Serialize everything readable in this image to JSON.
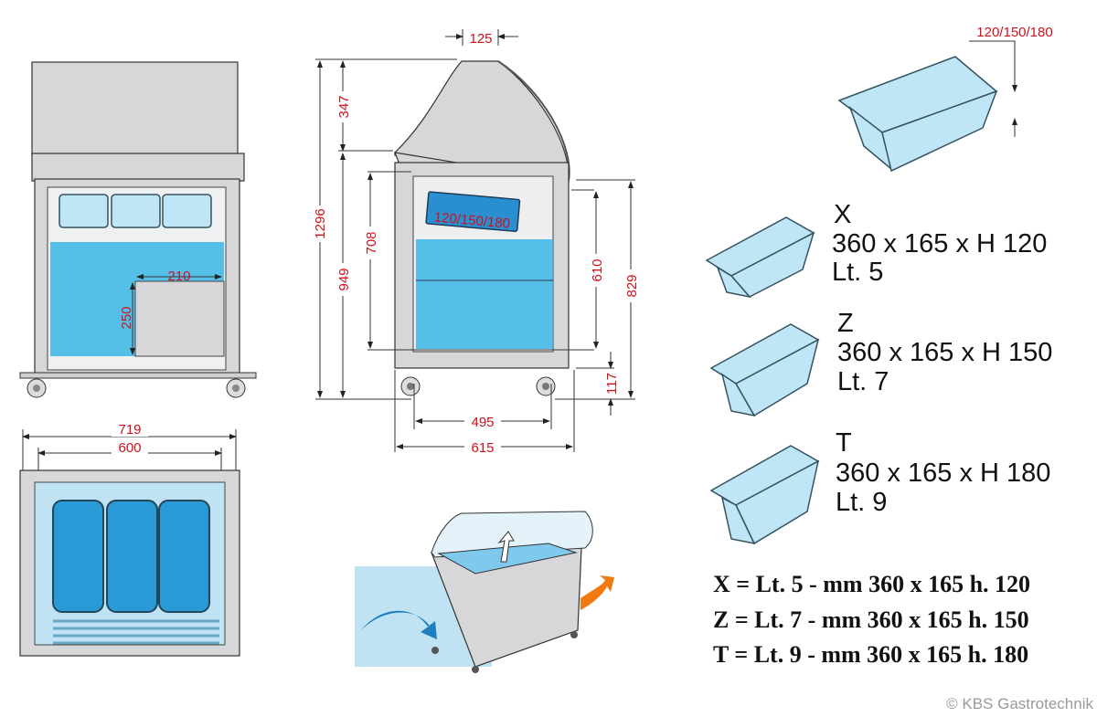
{
  "front_view": {
    "dim_width": "210",
    "dim_height": "250"
  },
  "top_view": {
    "dim_outer": "719",
    "dim_inner": "600"
  },
  "side_view": {
    "dim_top": "125",
    "dim_canopy": "347",
    "dim_total": "1296",
    "dim_lower": "949",
    "dim_inner": "708",
    "dim_pan_label": "120/150/180",
    "dim_tank": "610",
    "dim_right": "829",
    "dim_wheel": "117",
    "dim_inner_width": "495",
    "dim_outer_width": "615"
  },
  "pan_detail": {
    "height_label": "120/150/180"
  },
  "pans": [
    {
      "code": "X",
      "size": "360 x 165 x H 120",
      "volume": "Lt. 5"
    },
    {
      "code": "Z",
      "size": "360 x 165 x H 150",
      "volume": "Lt. 7"
    },
    {
      "code": "T",
      "size": "360 x 165 x H 180",
      "volume": "Lt. 9"
    }
  ],
  "legend": [
    "X = Lt. 5 - mm 360 x 165 h. 120",
    "Z = Lt. 7 - mm 360 x 165 h. 150",
    "T = Lt. 9 - mm 360 x 165 h. 180"
  ],
  "copyright": "© KBS Gastrotechnik",
  "colors": {
    "dimension": "#d0101a",
    "water": "#3bb6e6",
    "arrow": "#f07a10"
  }
}
